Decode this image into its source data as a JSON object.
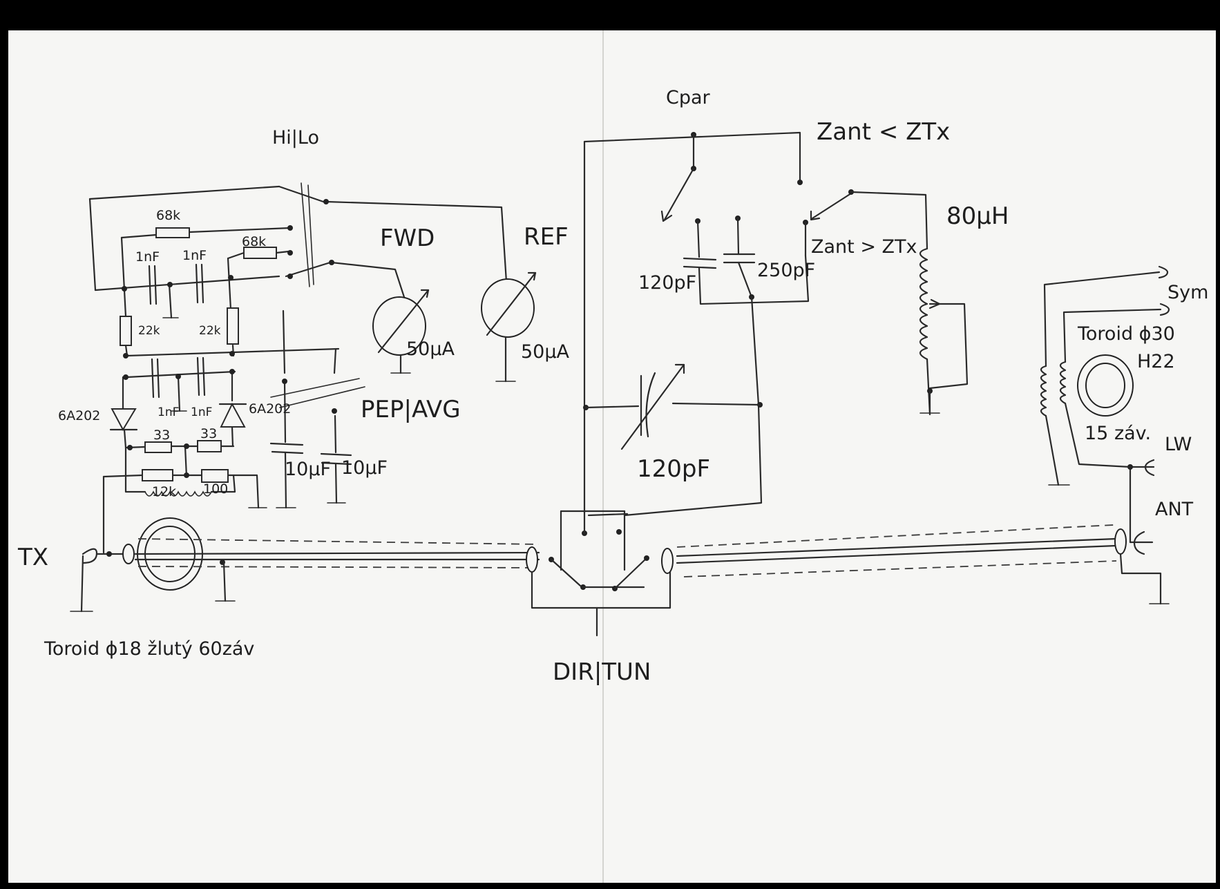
{
  "labels": {
    "hi_lo": "Hi|Lo",
    "fwd": "FWD",
    "ref": "REF",
    "meter_fwd": "50μA",
    "meter_ref": "50μA",
    "pep_avg": "PEP|AVG",
    "r_68k_a": "68k",
    "r_68k_b": "68k",
    "c_1nf_a": "1nF",
    "c_1nf_b": "1nF",
    "c_1nf_c": "1nF",
    "c_1nf_d": "1nF",
    "r_22k_a": "22k",
    "r_22k_b": "22k",
    "d_6a202_a": "6A202",
    "d_6a202_b": "6A202",
    "r_33_a": "33",
    "r_33_b": "33",
    "r_12k": "12k",
    "r_100": "100",
    "c_10uf_a": "10μF",
    "c_10uf_b": "10μF",
    "tx": "TX",
    "toroid_18": "Toroid ϕ18  žlutý 60záv",
    "c_par": "Cpar",
    "zant_lt": "Zant < ZTx",
    "zant_gt": "Zant > ZTx",
    "c_120pf_a": "120pF",
    "c_250pf": "250pF",
    "l_80uh": "80μH",
    "c_120pf_var": "120pF",
    "dir_tun": "DIR|TUN",
    "sym": "Sym",
    "toroid_30": "Toroid ϕ30",
    "h22": "H22",
    "zav_15": "15 záv.",
    "lw": "LW",
    "ant": "ANT"
  }
}
